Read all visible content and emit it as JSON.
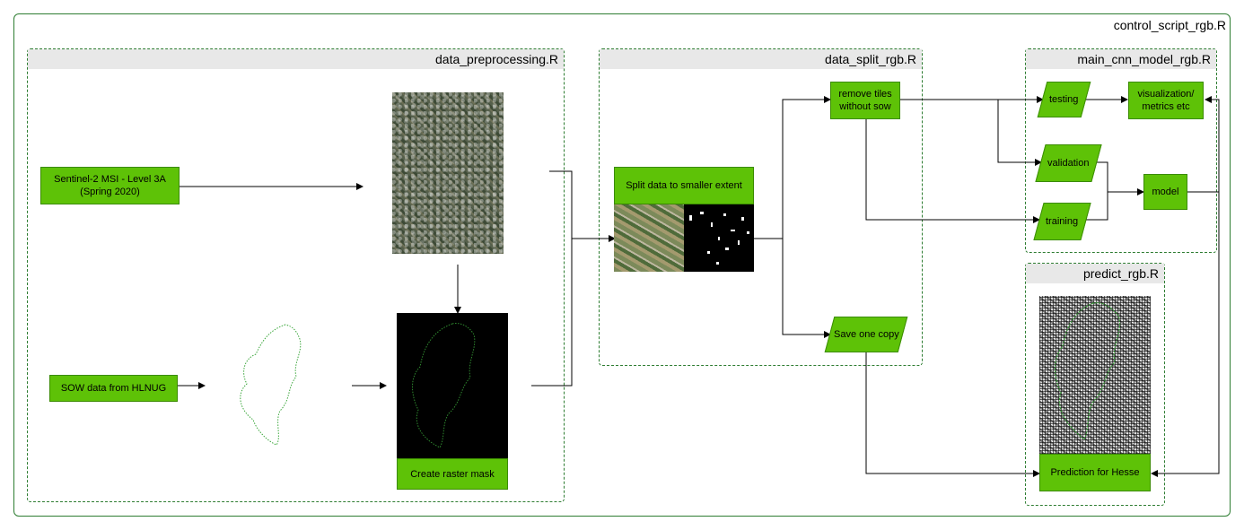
{
  "containers": {
    "control": "control_script_rgb.R",
    "preprocessing": "data_preprocessing.R",
    "split": "data_split_rgb.R",
    "cnn": "main_cnn_model_rgb.R",
    "predict": "predict_rgb.R"
  },
  "nodes": {
    "sentinel_line1": "Sentinel-2 MSI - Level 3A",
    "sentinel_line2": "(Spring 2020)",
    "sow": "SOW data from HLNUG",
    "raster_mask": "Create raster mask",
    "split_extent": "Split data to smaller extent",
    "remove_tiles_line1": "remove tiles",
    "remove_tiles_line2": "without sow",
    "save_copy": "Save one copy",
    "testing": "testing",
    "validation": "validation",
    "training": "training",
    "visualization_line1": "visualization/",
    "visualization_line2": "metrics etc",
    "model": "model",
    "prediction": "Prediction for Hesse"
  },
  "colors": {
    "node_fill": "#5ec207",
    "container_border": "#2e7d32",
    "header_fill": "#e8e8e8"
  }
}
